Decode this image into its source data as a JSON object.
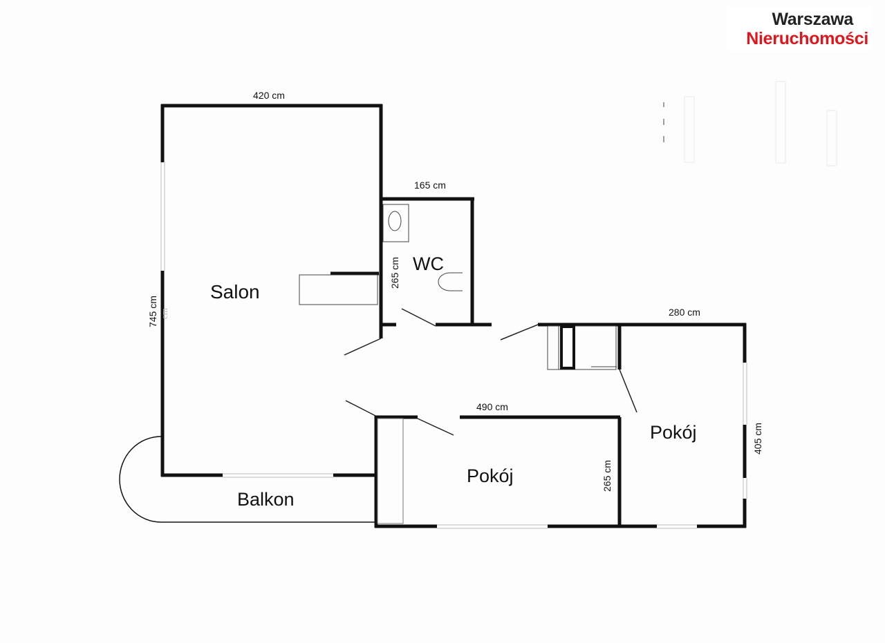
{
  "logo": {
    "line1": "Warszawa",
    "line2": "Nieruchomości",
    "color_dark": "#222222",
    "color_red": "#e0161d"
  },
  "rooms": {
    "salon": "Salon",
    "wc": "WC",
    "pokoj_right": "Pokój",
    "pokoj_middle": "Pokój",
    "balkon": "Balkon"
  },
  "dimensions": {
    "salon_width": "420 cm",
    "salon_height": "745 cm",
    "salon_height_ghost": "cm",
    "wc_width": "165  cm",
    "wc_height": "265 cm",
    "pokoj_right_width": "280 cm",
    "pokoj_right_height": "405 cm",
    "pokoj_middle_width": "490 cm",
    "pokoj_middle_height": "265 cm"
  },
  "colors": {
    "wall": "#111111",
    "thin": "#222222",
    "window": "#bbbbbb"
  }
}
